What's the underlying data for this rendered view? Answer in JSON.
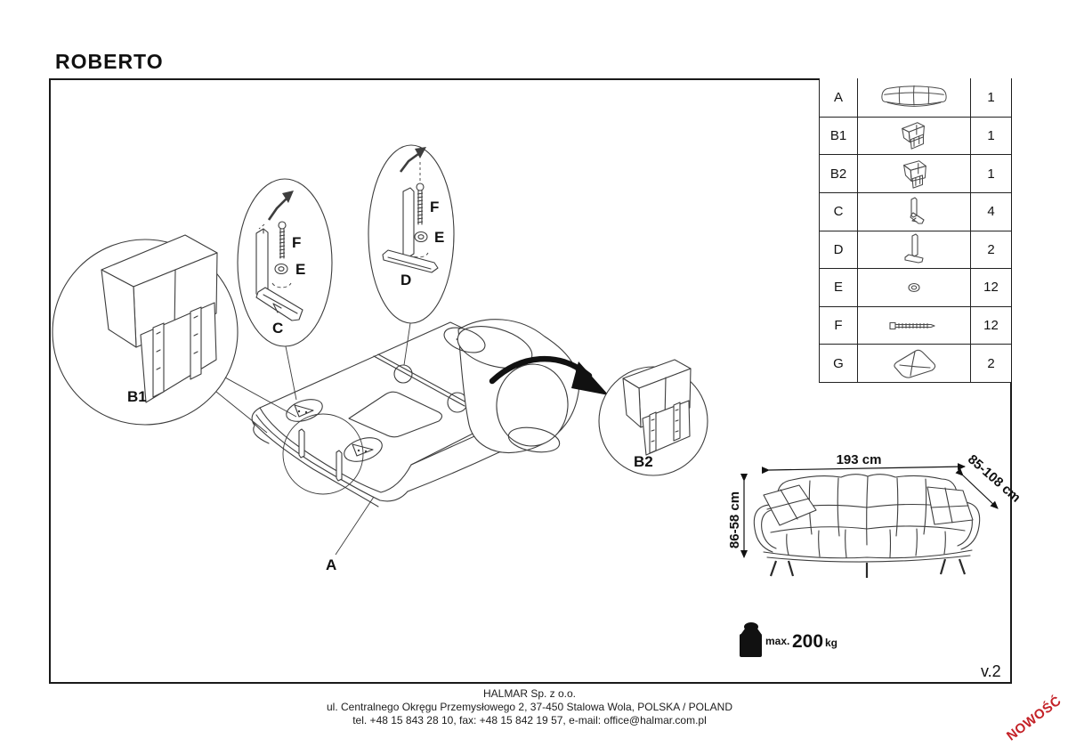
{
  "title": "ROBERTO",
  "version": "v.2",
  "badge": "NOWOŚĆ",
  "colors": {
    "badge_red": "#c42127",
    "line_gray": "#3d3d3d"
  },
  "parts_table": {
    "rows": [
      {
        "id": "A",
        "icon": "sofa-frame-icon",
        "qty": "1"
      },
      {
        "id": "B1",
        "icon": "backrest-panel-icon",
        "qty": "1"
      },
      {
        "id": "B2",
        "icon": "backrest-panel-icon",
        "qty": "1"
      },
      {
        "id": "C",
        "icon": "l-bracket-leg-icon",
        "qty": "4"
      },
      {
        "id": "D",
        "icon": "t-leg-icon",
        "qty": "2"
      },
      {
        "id": "E",
        "icon": "washer-icon",
        "qty": "12"
      },
      {
        "id": "F",
        "icon": "bolt-icon",
        "qty": "12"
      },
      {
        "id": "G",
        "icon": "pillow-icon",
        "qty": "2"
      }
    ]
  },
  "diagram": {
    "labels": {
      "a": "A",
      "b1": "B1",
      "b2": "B2",
      "c": "C",
      "d": "D",
      "e": "E",
      "f": "F"
    }
  },
  "dimensions": {
    "width": "193 cm",
    "depth": "85-108 cm",
    "height": "86-58 cm"
  },
  "max_load": {
    "label": "max.",
    "value": "200",
    "unit": "kg"
  },
  "footer": {
    "company": "HALMAR Sp. z o.o.",
    "address": "ul. Centralnego Okręgu Przemysłowego 2, 37-450 Stalowa Wola, POLSKA / POLAND",
    "contact": "tel. +48 15 843 28 10, fax: +48 15 842 19 57, e-mail: office@halmar.com.pl"
  }
}
